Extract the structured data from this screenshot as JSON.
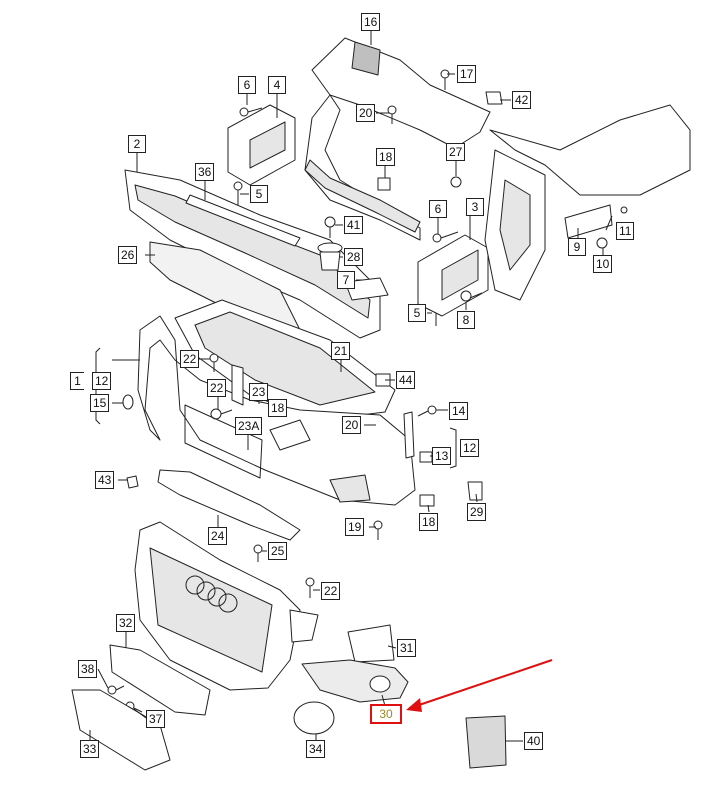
{
  "colors": {
    "line": "#222222",
    "part_fill": "#ffffff",
    "part_shade": "#bfbfbf",
    "highlight": "#e01010",
    "highlight_text": "#9a8a20"
  },
  "callouts": [
    {
      "id": "c16",
      "label": "16"
    },
    {
      "id": "c17",
      "label": "17"
    },
    {
      "id": "c42",
      "label": "42"
    },
    {
      "id": "c6a",
      "label": "6"
    },
    {
      "id": "c4",
      "label": "4"
    },
    {
      "id": "c20a",
      "label": "20"
    },
    {
      "id": "c2",
      "label": "2"
    },
    {
      "id": "c36",
      "label": "36"
    },
    {
      "id": "c5a",
      "label": "5"
    },
    {
      "id": "c18a",
      "label": "18"
    },
    {
      "id": "c27",
      "label": "27"
    },
    {
      "id": "c6b",
      "label": "6"
    },
    {
      "id": "c3",
      "label": "3"
    },
    {
      "id": "c11",
      "label": "11"
    },
    {
      "id": "c9",
      "label": "9"
    },
    {
      "id": "c10",
      "label": "10"
    },
    {
      "id": "c41",
      "label": "41"
    },
    {
      "id": "c26",
      "label": "26"
    },
    {
      "id": "c28",
      "label": "28"
    },
    {
      "id": "c7",
      "label": "7"
    },
    {
      "id": "c5b",
      "label": "5"
    },
    {
      "id": "c8",
      "label": "8"
    },
    {
      "id": "c21",
      "label": "21"
    },
    {
      "id": "c22a",
      "label": "22"
    },
    {
      "id": "c1",
      "label": "1"
    },
    {
      "id": "c12a",
      "label": "12"
    },
    {
      "id": "c44",
      "label": "44"
    },
    {
      "id": "c15",
      "label": "15"
    },
    {
      "id": "c22b",
      "label": "22"
    },
    {
      "id": "c23",
      "label": "23"
    },
    {
      "id": "c18b",
      "label": "18"
    },
    {
      "id": "c14",
      "label": "14"
    },
    {
      "id": "c23a",
      "label": "23A"
    },
    {
      "id": "c20b",
      "label": "20"
    },
    {
      "id": "c12b",
      "label": "12"
    },
    {
      "id": "c13",
      "label": "13"
    },
    {
      "id": "c43",
      "label": "43"
    },
    {
      "id": "c29",
      "label": "29"
    },
    {
      "id": "c18c",
      "label": "18"
    },
    {
      "id": "c24",
      "label": "24"
    },
    {
      "id": "c19",
      "label": "19"
    },
    {
      "id": "c25",
      "label": "25"
    },
    {
      "id": "c22c",
      "label": "22"
    },
    {
      "id": "c32",
      "label": "32"
    },
    {
      "id": "c31",
      "label": "31"
    },
    {
      "id": "c38",
      "label": "38"
    },
    {
      "id": "c37",
      "label": "37"
    },
    {
      "id": "c30",
      "label": "30"
    },
    {
      "id": "c33",
      "label": "33"
    },
    {
      "id": "c34",
      "label": "34"
    },
    {
      "id": "c40",
      "label": "40"
    }
  ],
  "highlighted_part": "30"
}
